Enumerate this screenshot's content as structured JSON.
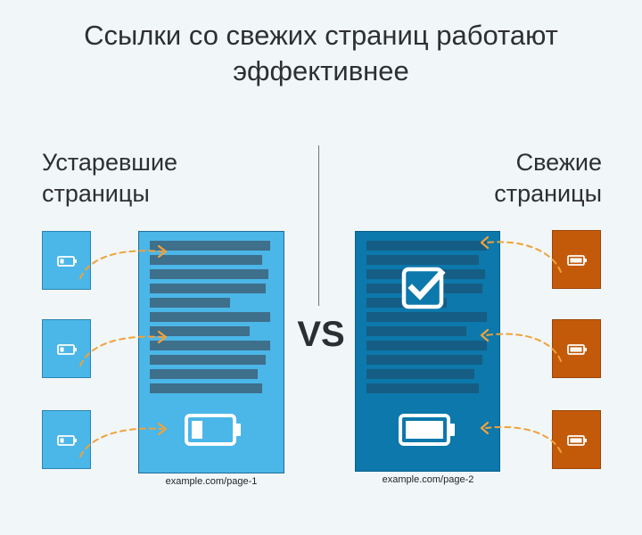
{
  "title": {
    "line1": "Ссылки со свежих страниц работают",
    "line2": "эффективнее"
  },
  "left": {
    "heading_line1": "Устаревшие",
    "heading_line2": "страницы",
    "url": "example.com/page-1"
  },
  "right": {
    "heading_line1": "Свежие",
    "heading_line2": "страницы",
    "url": "example.com/page-2"
  },
  "vs": "VS",
  "colors": {
    "background": "#f1f6f8",
    "outdated_blue": "#4bb6e8",
    "fresh_blue": "#0c78ab",
    "source_orange": "#c35a0a",
    "arrow": "#f0a23a"
  },
  "icons": {
    "battery_low": "battery-low-icon",
    "battery_full": "battery-full-icon",
    "checkbox": "checkbox-checked-icon"
  }
}
